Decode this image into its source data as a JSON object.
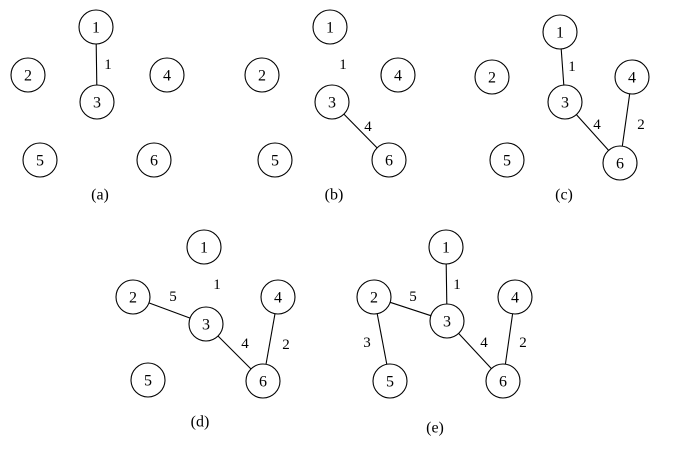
{
  "panels": [
    {
      "caption": "(a)",
      "nodes": [
        "1",
        "2",
        "3",
        "4",
        "5",
        "6"
      ],
      "edges": [
        {
          "from": "1",
          "to": "3",
          "weight": "1"
        }
      ],
      "stray_labels": []
    },
    {
      "caption": "(b)",
      "nodes": [
        "1",
        "2",
        "3",
        "4",
        "5",
        "6"
      ],
      "edges": [
        {
          "from": "3",
          "to": "6",
          "weight": "4"
        }
      ],
      "stray_labels": [
        "1"
      ]
    },
    {
      "caption": "(c)",
      "nodes": [
        "1",
        "2",
        "3",
        "4",
        "5",
        "6"
      ],
      "edges": [
        {
          "from": "1",
          "to": "3",
          "weight": "1"
        },
        {
          "from": "3",
          "to": "6",
          "weight": "4"
        },
        {
          "from": "4",
          "to": "6",
          "weight": "2"
        }
      ],
      "stray_labels": []
    },
    {
      "caption": "(d)",
      "nodes": [
        "1",
        "2",
        "3",
        "4",
        "5",
        "6"
      ],
      "edges": [
        {
          "from": "2",
          "to": "3",
          "weight": "5"
        },
        {
          "from": "3",
          "to": "6",
          "weight": "4"
        },
        {
          "from": "4",
          "to": "6",
          "weight": "2"
        }
      ],
      "stray_labels": [
        "1"
      ]
    },
    {
      "caption": "(e)",
      "nodes": [
        "1",
        "2",
        "3",
        "4",
        "5",
        "6"
      ],
      "edges": [
        {
          "from": "1",
          "to": "3",
          "weight": "1"
        },
        {
          "from": "2",
          "to": "3",
          "weight": "5"
        },
        {
          "from": "2",
          "to": "5",
          "weight": "3"
        },
        {
          "from": "3",
          "to": "6",
          "weight": "4"
        },
        {
          "from": "4",
          "to": "6",
          "weight": "2"
        }
      ],
      "stray_labels": []
    }
  ]
}
